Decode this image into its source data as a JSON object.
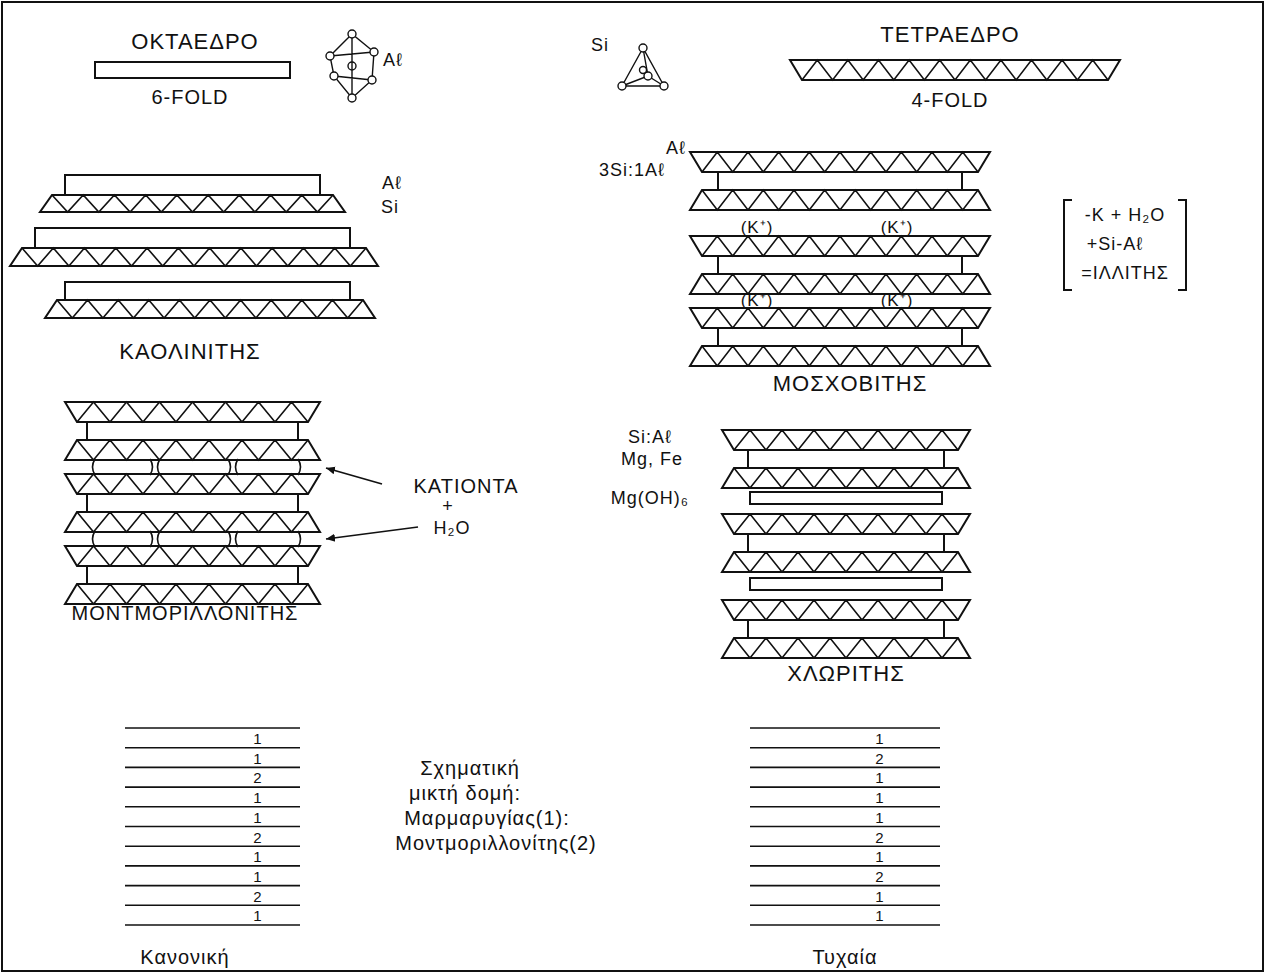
{
  "diagram": {
    "labels": [
      "ΟΚΤΑΕΔΡΟ",
      "6-FOLD",
      "Aℓ",
      "Si",
      "ΤΕΤΡΑΕΔΡΟ",
      "4-FOLD",
      "Aℓ",
      "Si",
      "ΚΑΟΛΙΝΙΤΗΣ",
      "Aℓ",
      "3Si:1Aℓ",
      "(K⁺)",
      "(K⁺)",
      "(K⁺)",
      "(K⁺)",
      "-K + H₂O",
      "+Si-Aℓ",
      "=ΙΛΛΙΤΗΣ",
      "ΜΟΣΧΟΒΙΤΗΣ",
      "ΚΑΤΙΟΝΤΑ",
      "+",
      "H₂O",
      "ΜΟΝΤΜΟΡΙΛΛΟΝΙΤΗΣ",
      "Si:Aℓ",
      "Mg, Fe",
      "Mg(OH)₆",
      "ΧΛΩΡΙΤΗΣ",
      "Σχηματική",
      "μικτή δομή:",
      "Μαρμαρυγίας(1):",
      "Μοντμοριλλονίτης(2)",
      "1",
      "1",
      "2",
      "1",
      "1",
      "2",
      "1",
      "1",
      "2",
      "1",
      "1",
      "2",
      "1",
      "1",
      "1",
      "2",
      "1",
      "2",
      "1",
      "1",
      "Κανονική",
      "Τυχαία"
    ]
  }
}
